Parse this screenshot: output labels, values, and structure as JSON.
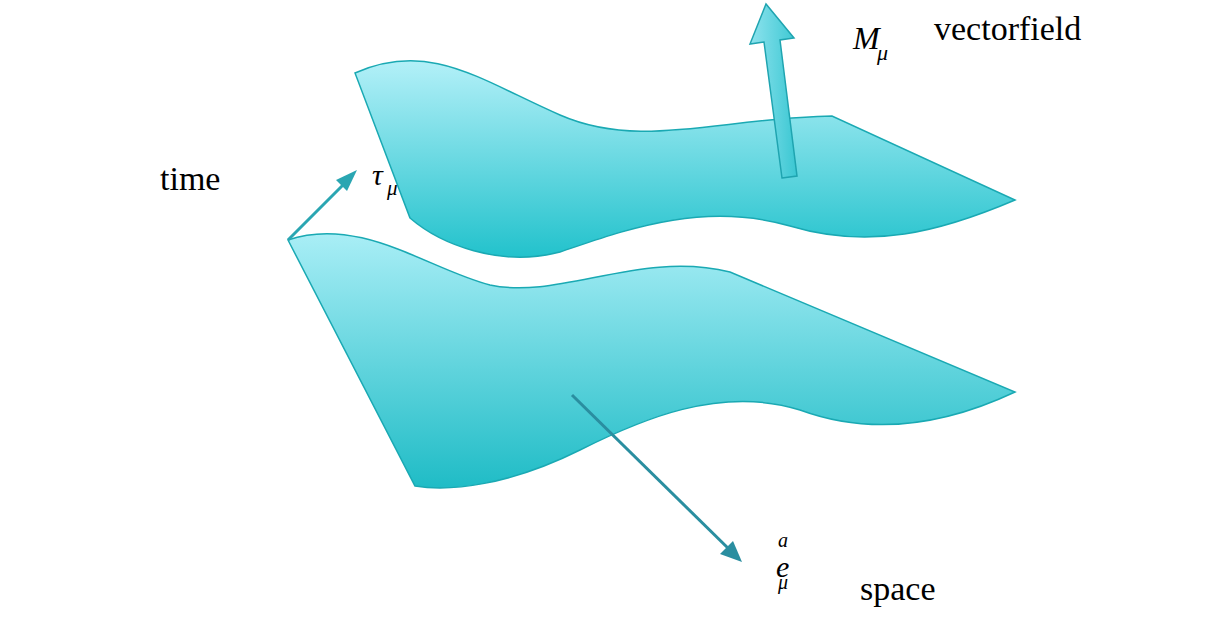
{
  "diagram": {
    "labels": [
      "M",
      "μ",
      "vectorfield",
      "time",
      "τ",
      "μ",
      "e",
      "a",
      "μ",
      "space"
    ]
  }
}
